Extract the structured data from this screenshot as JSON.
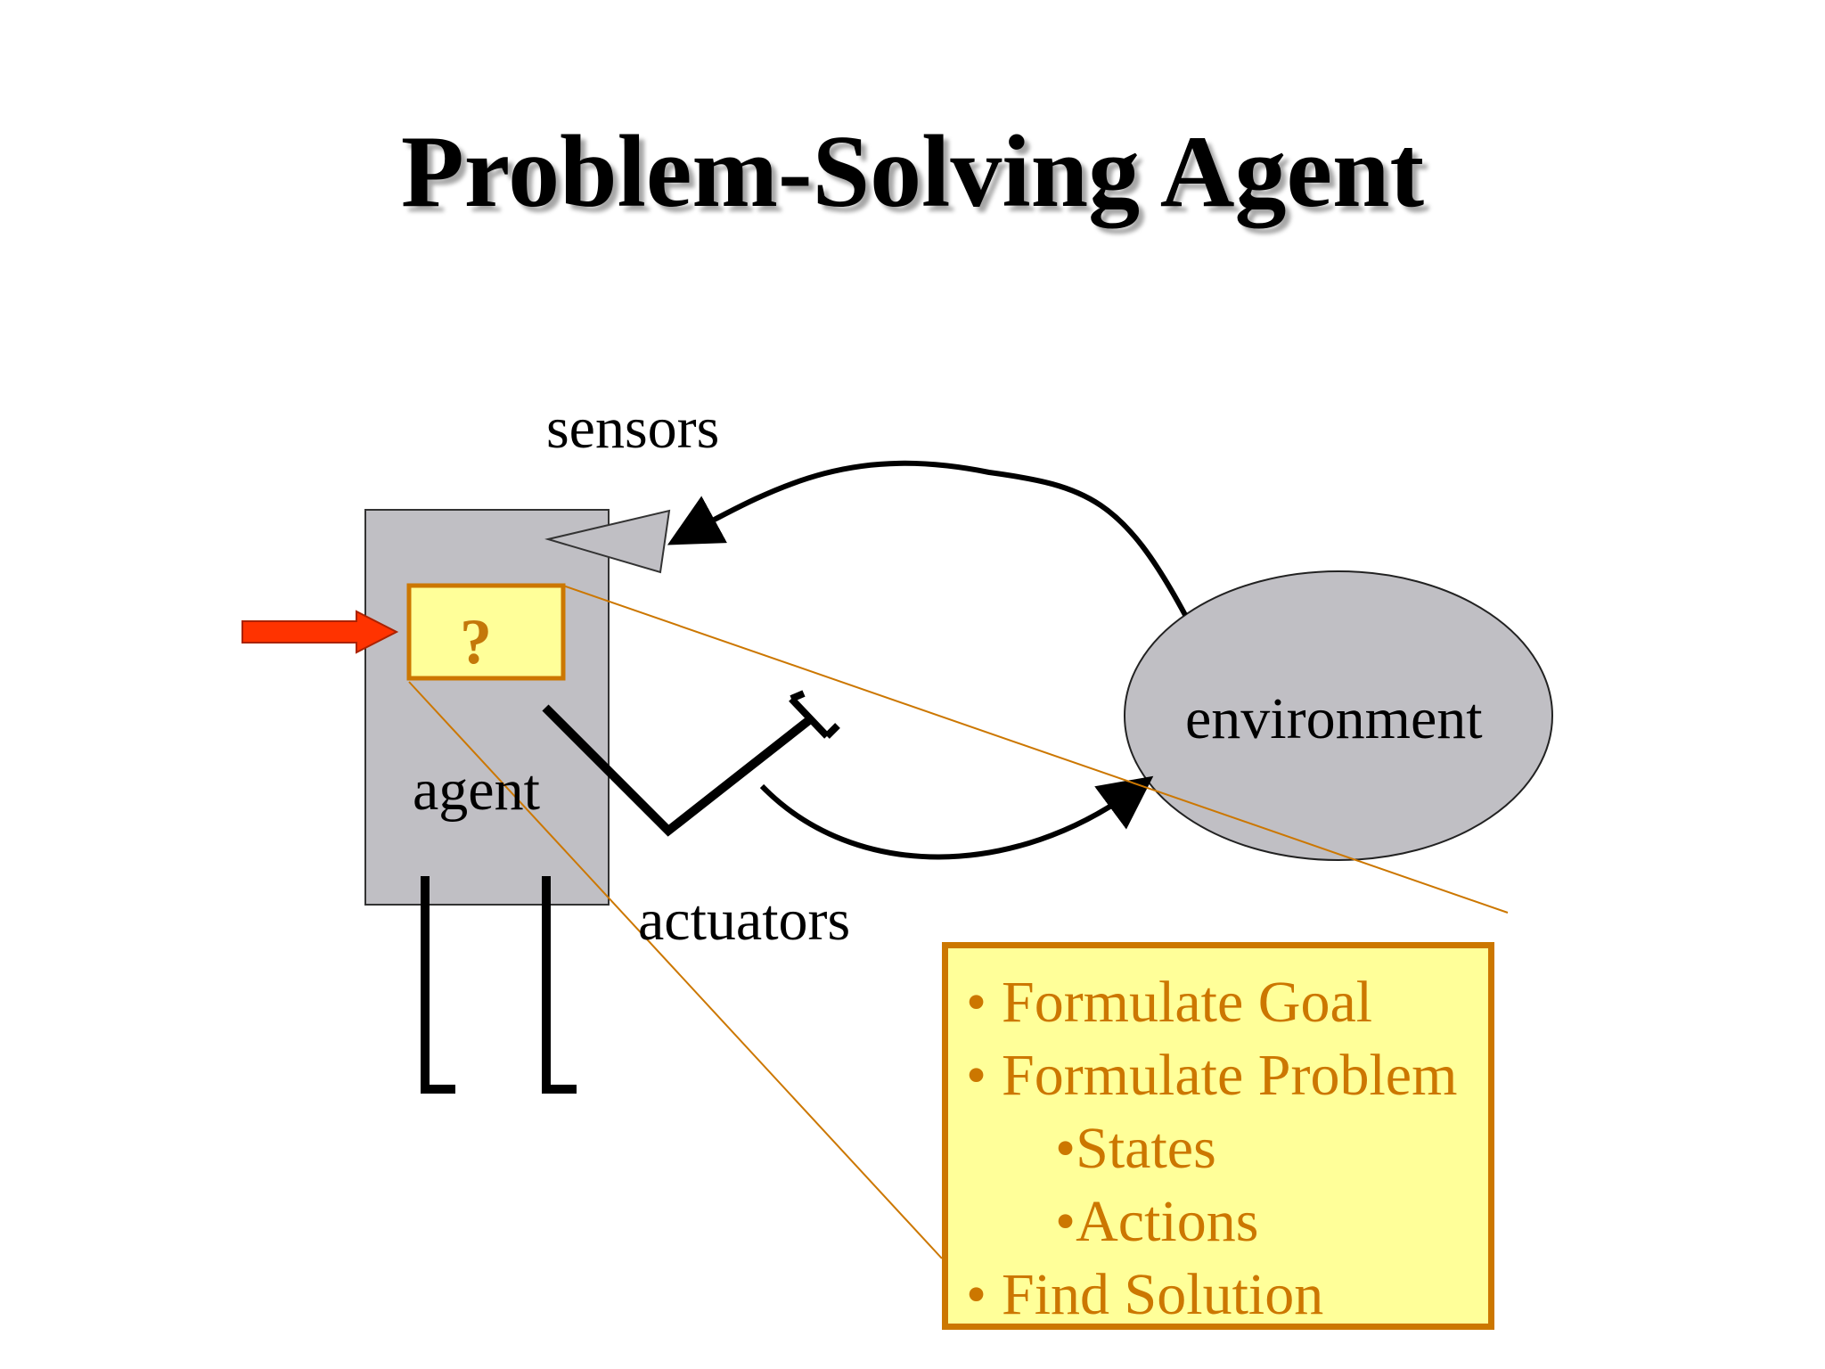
{
  "title": "Problem-Solving Agent",
  "labels": {
    "sensors": "sensors",
    "agent": "agent",
    "actuators": "actuators",
    "environment": "environment",
    "unknown_box": "?"
  },
  "steps": [
    {
      "bullet": "•",
      "text": "Formulate Goal"
    },
    {
      "bullet": "•",
      "text": "Formulate Problem"
    },
    {
      "bullet": "•",
      "text": "States"
    },
    {
      "bullet": "•",
      "text": "Actions"
    },
    {
      "bullet": "•",
      "text": "Find Solution"
    }
  ],
  "colors": {
    "agent_fill": "#c0bfc4",
    "environment_fill": "#c0bfc4",
    "input_arrow": "#ff3300",
    "highlight_fill": "#ffff99",
    "highlight_border": "#cc7700"
  }
}
